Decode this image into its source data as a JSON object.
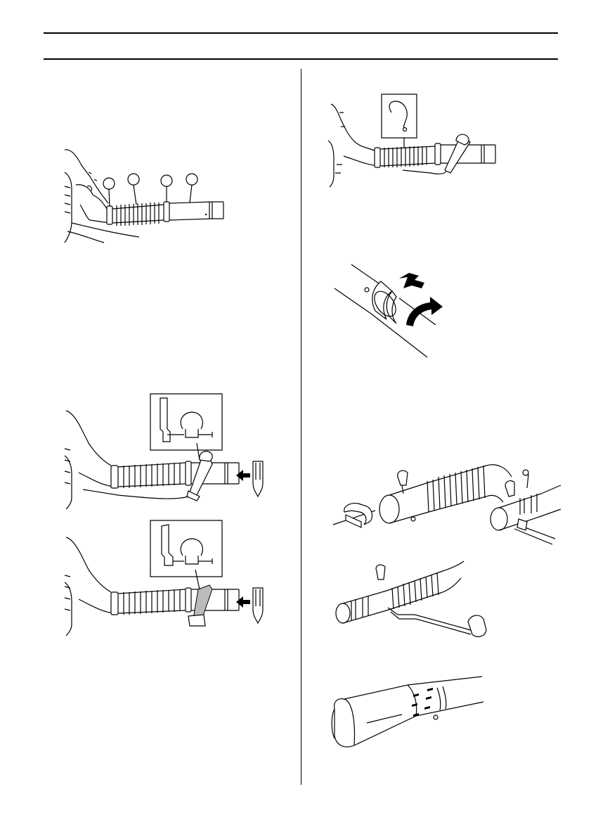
{
  "page": {
    "header_rules": 2,
    "column_divider": true
  },
  "figures": [
    {
      "id": "blower-tube-parts",
      "callout_count": 4,
      "callout_labels": [
        "",
        "",
        "",
        ""
      ]
    },
    {
      "id": "cable-tie-clip-detail"
    },
    {
      "id": "tube-twist-lock",
      "arrows": [
        "straight-arrow",
        "curved-arrow"
      ]
    },
    {
      "id": "handle-fitting-position-1",
      "arrow": "insert-arrow"
    },
    {
      "id": "handle-fitting-position-2",
      "arrow": "insert-arrow"
    },
    {
      "id": "tube-assembly-exploded"
    },
    {
      "id": "handle-bar-attached"
    },
    {
      "id": "flat-nozzle"
    }
  ]
}
